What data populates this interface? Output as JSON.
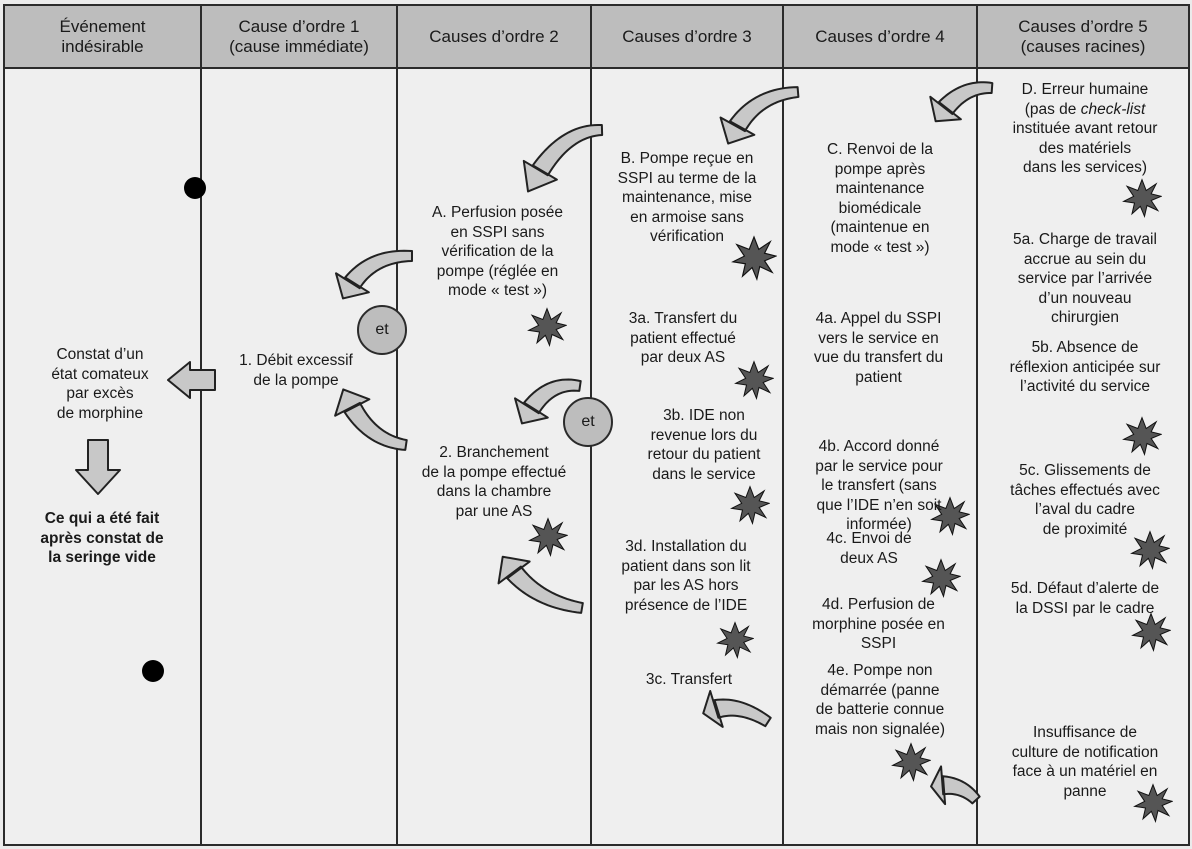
{
  "headers": [
    "Événement\nindésirable",
    "Cause d’ordre 1\n(cause immédiate)",
    "Causes d’ordre 2",
    "Causes d’ordre 3",
    "Causes d’ordre 4",
    "Causes d’ordre 5\n(causes racines)"
  ],
  "event": {
    "constat": "Constat d’un\nétat comateux\npar excès\nde morphine",
    "fait": "Ce qui a été fait\naprès constat de\nla seringe vide"
  },
  "ordre1": {
    "c1": "1. Débit excessif\nde la pompe"
  },
  "ordre2": {
    "A": "A. Perfusion posée\nen SSPI sans\nvérification de la\npompe (réglée en\nmode « test »)",
    "c2": "2. Branchement\nde la pompe effectué\ndans la chambre\npar une AS"
  },
  "ordre3": {
    "B": "B. Pompe reçue en\nSSPI au terme de la\nmaintenance, mise\nen armoise sans\nvérification",
    "3a": "3a. Transfert du\npatient effectué\npar deux AS",
    "3b": "3b. IDE non\nrevenue lors du\nretour du patient\ndans le service",
    "3d": "3d. Installation du\npatient dans son lit\npar les AS hors\nprésence de l’IDE",
    "3c": "3c. Transfert"
  },
  "ordre4": {
    "C": "C. Renvoi de la\npompe après\nmaintenance\nbiomédicale\n(maintenue en\nmode « test »)",
    "4a": "4a. Appel du SSPI\nvers le service en\nvue du transfert du\npatient",
    "4b": "4b. Accord donné\npar le service pour\nle transfert (sans\nque l’IDE n’en soit\ninformée)",
    "4c": "4c. Envoi de\ndeux AS",
    "4d": "4d. Perfusion de\nmorphine posée en\nSSPI",
    "4e": "4e. Pompe non\ndémarrée (panne\nde batterie connue\nmais non signalée)"
  },
  "ordre5": {
    "D_line1": "D. Erreur humaine",
    "D_line2_pre": "(pas de ",
    "D_line2_em": "check-list",
    "D_rest": "instituée avant retour\ndes matériels\ndans les services)",
    "5a": "5a. Charge de travail\naccrue au sein du\nservice par l’arrivée\nd’un nouveau\nchirurgien",
    "5b": "5b. Absence de\nréflexion anticipée sur\nl’activité du service",
    "5c": "5c. Glissements de\ntâches effectués avec\nl’aval du cadre\nde proximité",
    "5d": "5d. Défaut d’alerte de\nla DSSI par le cadre",
    "ins": "Insuffisance de\nculture de notification\nface à un matériel en\npanne"
  },
  "et_label": "et",
  "colors": {
    "header_bg": "#bdbdbd",
    "arrow_fill": "#c8c8c8",
    "star_fill": "#555555",
    "line": "#2b2b2b"
  }
}
